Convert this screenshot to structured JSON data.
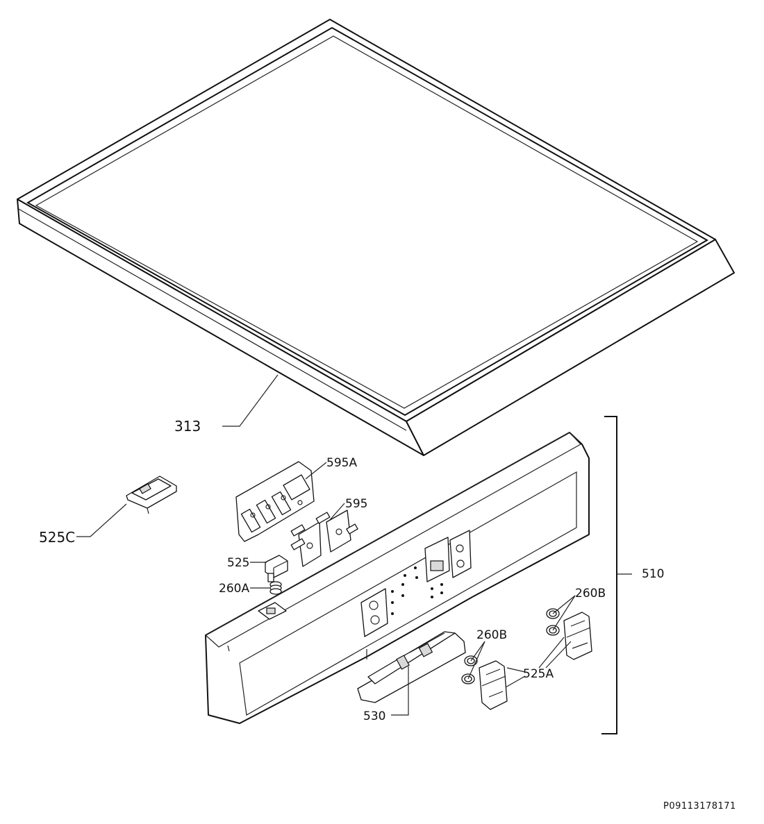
{
  "diagram": {
    "drawing_code": "P09113178171",
    "labels": {
      "lid": "313",
      "control_panel": "510",
      "clip": "525C",
      "bracket_a": "595A",
      "bracket": "595",
      "button": "525",
      "spring_a": "260A",
      "springs_mid": "260B",
      "springs_right": "260B",
      "buttons_pair": "525A",
      "lever": "530"
    }
  }
}
